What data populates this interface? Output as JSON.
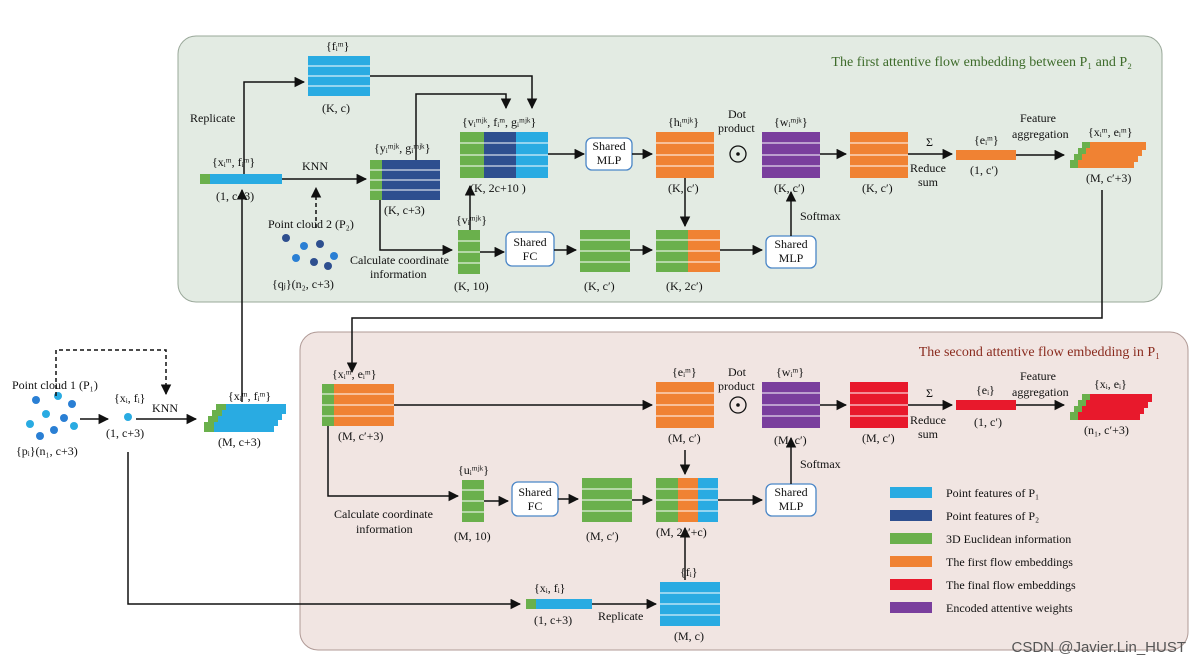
{
  "panel1": {
    "title": "The first attentive flow embedding between P₁ and P₂"
  },
  "panel2": {
    "title": "The second attentive flow embedding in P₁"
  },
  "labels": {
    "point_cloud_1": "Point cloud 1 (P₁)",
    "pi": "{pᵢ}(n₁, c+3)",
    "xi_fi_top": "{xᵢ, fᵢ}",
    "shape_1c3": "(1, c+3)",
    "knn": "KNN",
    "xim_fim_stack": "{xᵢᵐ, fᵢᵐ}",
    "shape_Mc3": "(M, c+3)",
    "replicate": "Replicate",
    "xim_fim_small": "{xᵢᵐ, fᵢᵐ}",
    "shape_1c3_b": "(1, c+3)",
    "fim": "{fᵢᵐ}",
    "shape_Kc": "(K, c)",
    "knn2": "KNN",
    "point_cloud_2": "Point cloud 2 (P₂)",
    "qj": "{qⱼ}(n₂, c+3)",
    "yimk": "{yᵢᵐʲᵏ, gᵢᵐʲᵏ}",
    "shape_Kc3": "(K, c+3)",
    "calc_coord": "Calculate coordinate",
    "information": "information",
    "vimk_small": "{vᵢᵐʲᵏ}",
    "shape_K10": "(K, 10)",
    "shared_fc": "Shared FC",
    "shape_Kcp": "(K, c′)",
    "shape_K2cp": "(K, 2c′)",
    "vfg": "{vᵢᵐʲᵏ, fᵢᵐ, gᵢᵐʲᵏ}",
    "shape_K2c10": "(K, 2c+10 )",
    "shared_mlp": "Shared MLP",
    "himk": "{hᵢᵐʲᵏ}",
    "shape_Kcp2": "(K, c′)",
    "dot_product": "Dot product",
    "wimk": "{wᵢᵐʲᵏ}",
    "shape_Kcp3": "(K, c′)",
    "softmax": "Softmax",
    "shape_Kcp4": "(K, c′)",
    "sigma": "Σ",
    "reduce_sum": "Reduce sum",
    "eim": "{eᵢᵐ}",
    "shape_1cp": "(1, c′)",
    "feature_aggregation": "Feature aggregation",
    "xim_eim": "{xᵢᵐ, eᵢᵐ}",
    "shape_Mcp3": "(M, c′+3)",
    "xim_eim_2": "{xᵢᵐ, eᵢᵐ}",
    "shape_Mcp3_b": "(M, c′+3)",
    "eim_2": "{eᵢᵐ}",
    "shape_Mcp": "(M, c′)",
    "wim": "{wᵢᵐ}",
    "shape_Mcp2": "(M, c′)",
    "shape_Mcp3x": "(M, c′)",
    "ei": "{eᵢ}",
    "shape_1cp_b": "(1, c′)",
    "xi_ei": "{xᵢ, eᵢ}",
    "shape_n1cp3": "(n₁, c′+3)",
    "uimk": "{uᵢᵐʲᵏ}",
    "shape_M10": "(M, 10)",
    "shape_Mcp4": "(M, c′)",
    "shape_M2cpc": "(M, 2c′+c)",
    "fi": "{fᵢ}",
    "shape_Mc": "(M, c)",
    "xi_fi_bottom": "{xᵢ, fᵢ}",
    "shape_1c3_c": "(1, c+3)",
    "replicate2": "Replicate"
  },
  "legend": [
    {
      "label": "Point features of P₁",
      "color": "#29abe2"
    },
    {
      "label": "Point features of P₂",
      "color": "#2e4f8f"
    },
    {
      "label": "3D Euclidean information",
      "color": "#6ab04c"
    },
    {
      "label": "The first flow embeddings",
      "color": "#f08233"
    },
    {
      "label": "The final flow embeddings",
      "color": "#e8192c"
    },
    {
      "label": "Encoded attentive weights",
      "color": "#7a3e9d"
    }
  ],
  "watermark": "CSDN @Javier.Lin_HUST",
  "colors": {
    "blue": "#29abe2",
    "navy": "#2e4f8f",
    "green": "#6ab04c",
    "orange": "#f08233",
    "red": "#e8192c",
    "purple": "#7a3e9d",
    "panel1_bg": "#e3ebe3",
    "panel2_bg": "#f1e5e2"
  }
}
